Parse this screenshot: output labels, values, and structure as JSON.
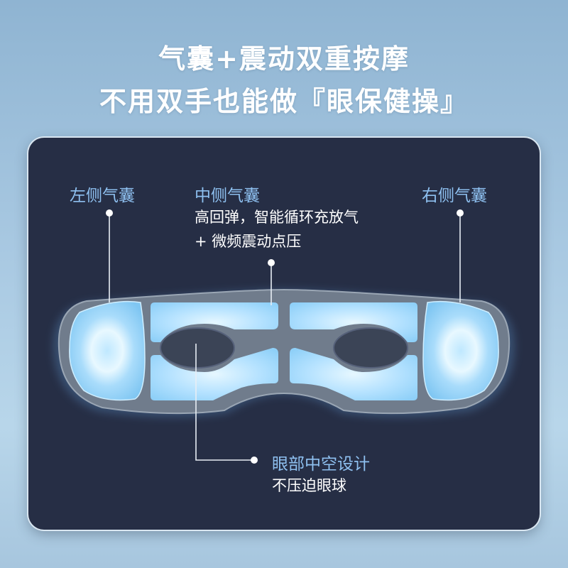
{
  "headline": {
    "line1": "气囊+震动双重按摩",
    "line2": "不用双手也能做『眼保健操』"
  },
  "labels": {
    "left_airbag": "左侧气囊",
    "middle_airbag": "中侧气囊",
    "middle_desc_1": "高回弹，智能循环充放气",
    "middle_desc_2": "+ 微频震动点压",
    "right_airbag": "右侧气囊",
    "eye_hollow": "眼部中空设计",
    "eye_hollow_desc": "不压迫眼球"
  },
  "colors": {
    "background": "#a9c9e2",
    "card": "#262e45",
    "title_blue": "#8ec0f0",
    "text_white": "#ffffff",
    "airbag_blue": "#bfe6ff"
  }
}
